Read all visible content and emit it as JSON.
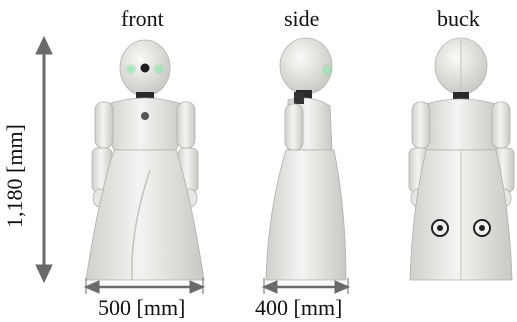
{
  "views": {
    "front": "front",
    "side": "side",
    "back": "buck"
  },
  "dimensions": {
    "height": "1,180 [mm]",
    "width_front": "500 [mm]",
    "width_side": "400 [mm]"
  },
  "colors": {
    "robot_body": "#ededeb",
    "robot_shadow": "#c9c9c6",
    "robot_joint": "#2a2a2a",
    "eye_glow": "#5bdc82",
    "dimension_arrow": "#6a6a6a"
  }
}
